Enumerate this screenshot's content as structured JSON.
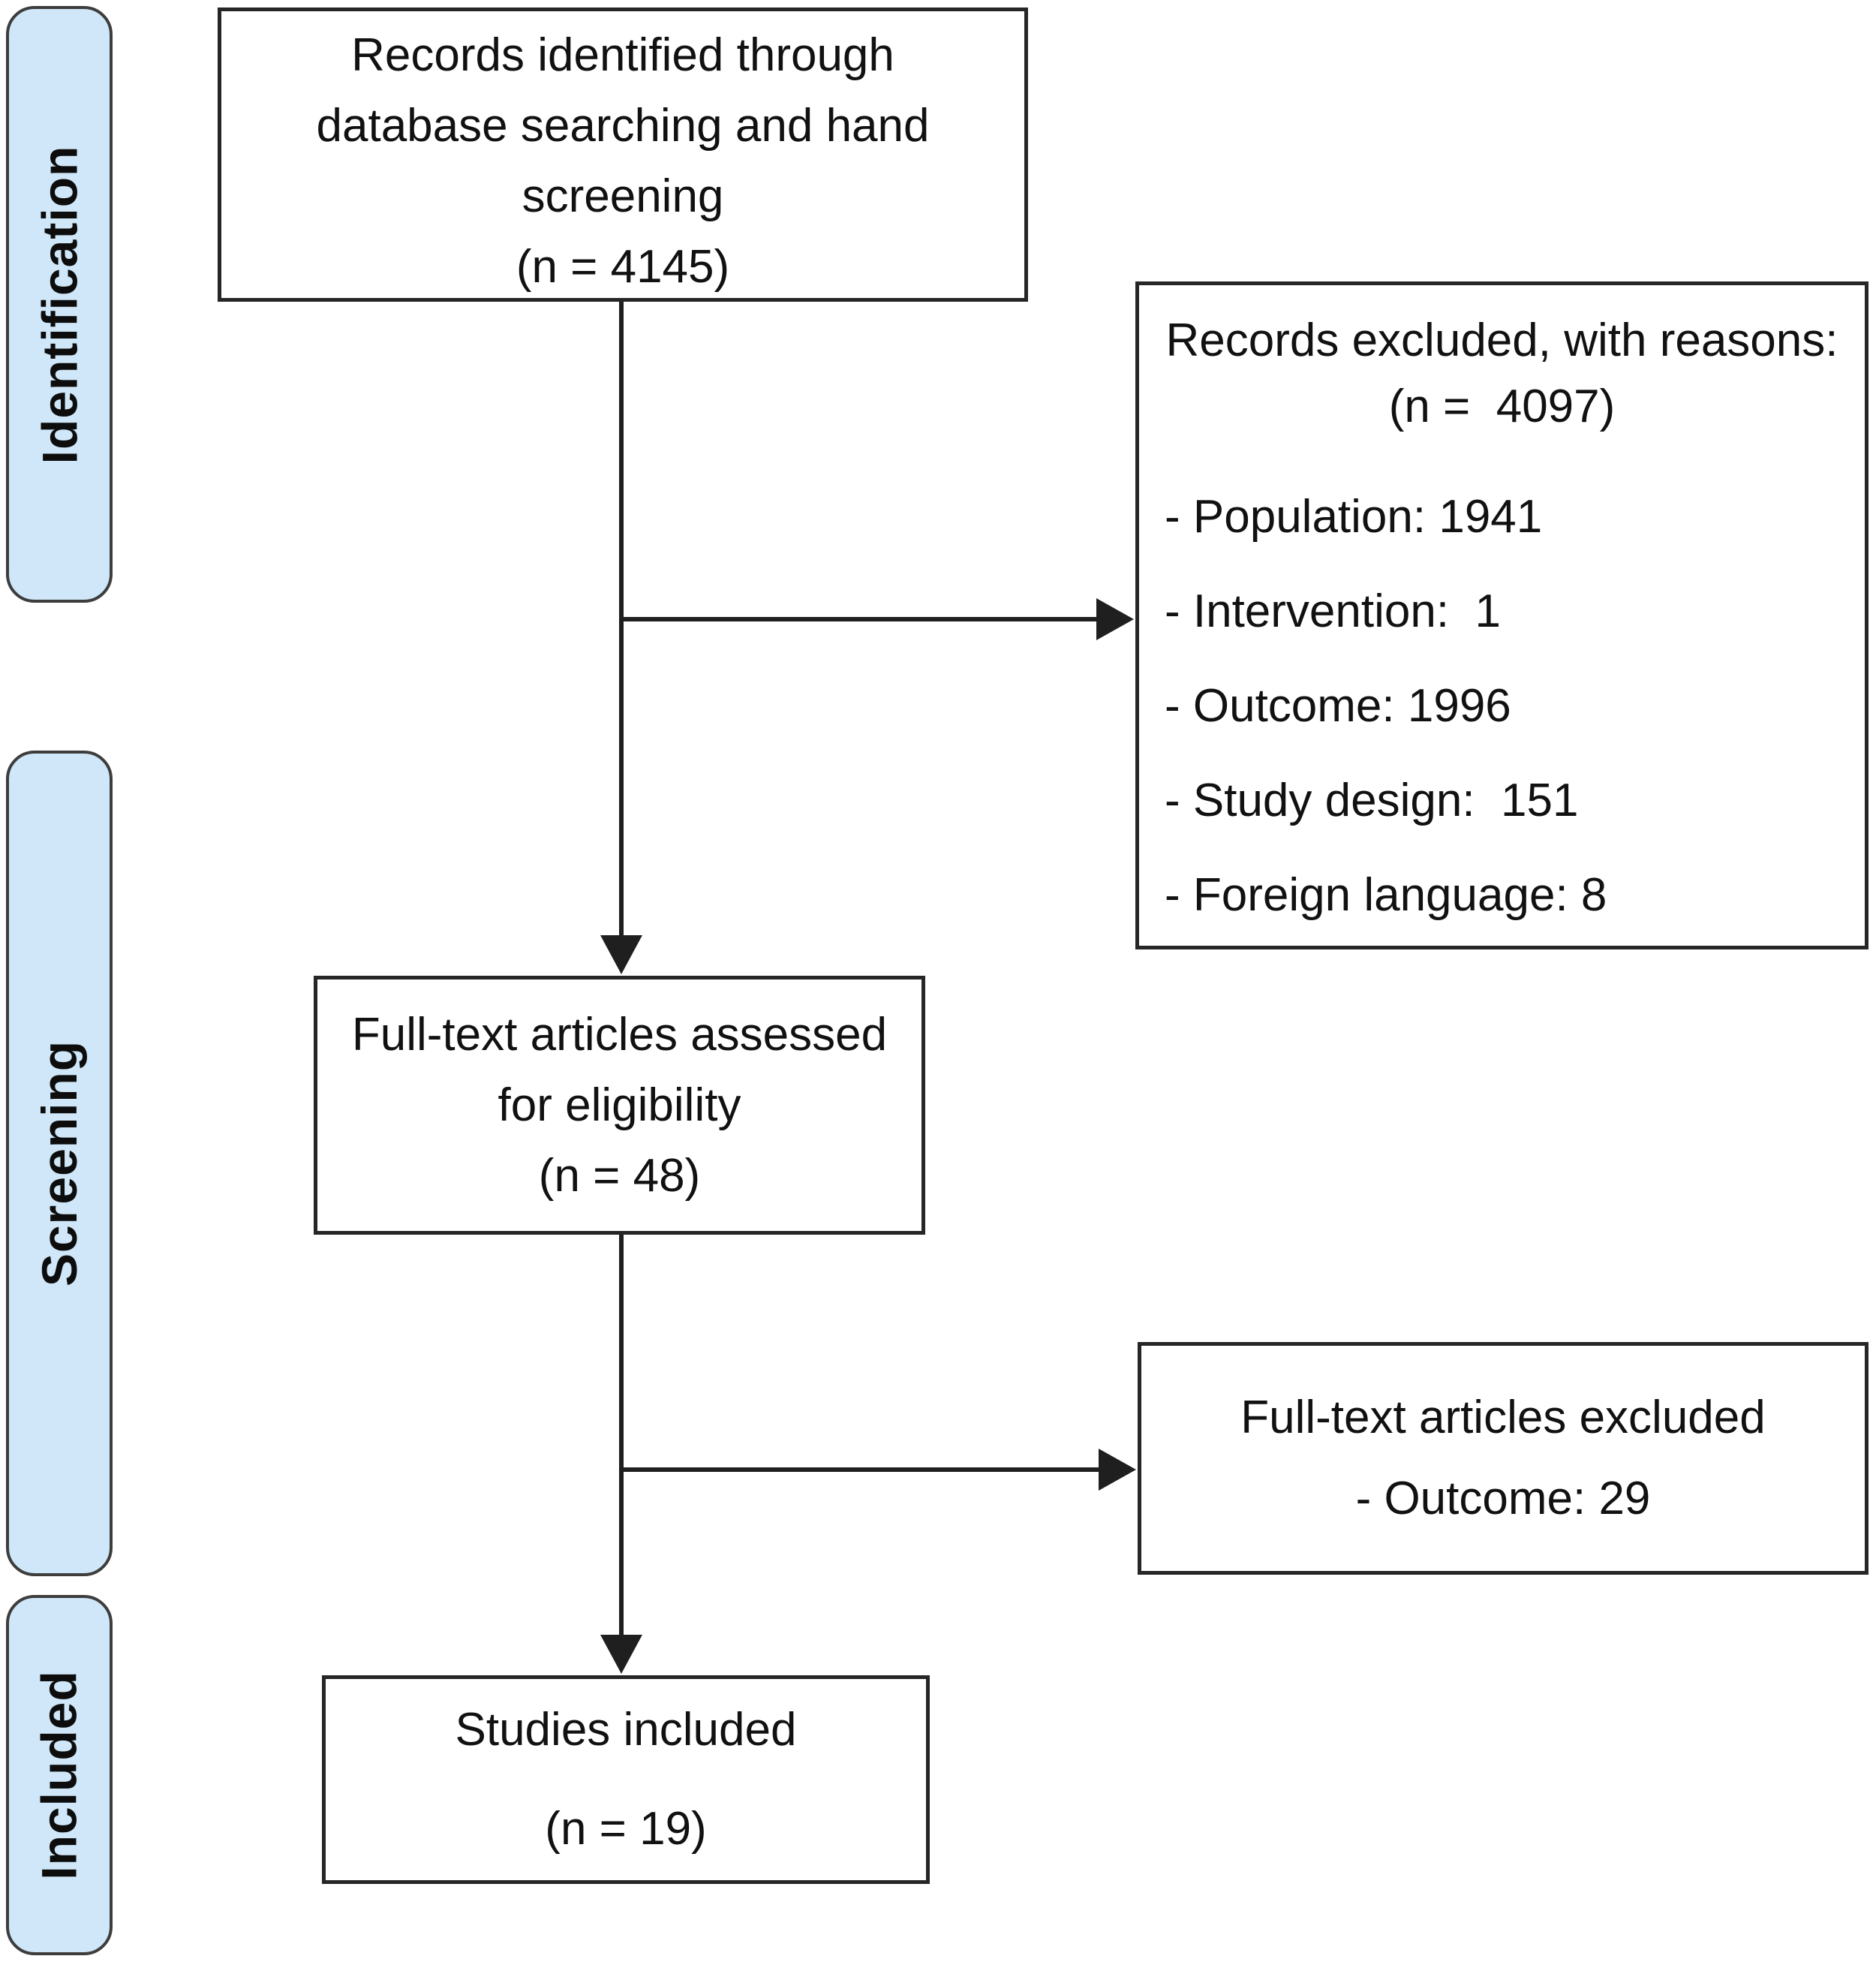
{
  "diagram": {
    "stages": [
      {
        "id": "identification",
        "label": "Identification"
      },
      {
        "id": "screening",
        "label": "Screening"
      },
      {
        "id": "included",
        "label": "Included"
      }
    ],
    "boxes": {
      "records_identified": {
        "lines": [
          "Records identified through",
          "database searching and hand",
          "screening",
          "(n = 4145)"
        ]
      },
      "records_excluded": {
        "title": "Records excluded, with reasons:",
        "count": "(n =  4097)",
        "items": [
          "- Population: 1941",
          "- Intervention:  1",
          "- Outcome: 1996",
          "- Study design:  151",
          "- Foreign language: 8"
        ]
      },
      "fulltext_assessed": {
        "lines": [
          "Full-text articles assessed",
          "for eligibility",
          "(n = 48)"
        ]
      },
      "fulltext_excluded": {
        "lines": [
          "Full-text articles excluded",
          "- Outcome: 29"
        ]
      },
      "studies_included": {
        "lines": [
          "Studies included",
          "(n = 19)"
        ]
      }
    },
    "colors": {
      "stage_fill": "#cfe7f8",
      "stage_border": "#3d3d3d",
      "box_border": "#262626",
      "connector": "#1f1f1f",
      "text": "#111111",
      "background": "#ffffff"
    }
  }
}
